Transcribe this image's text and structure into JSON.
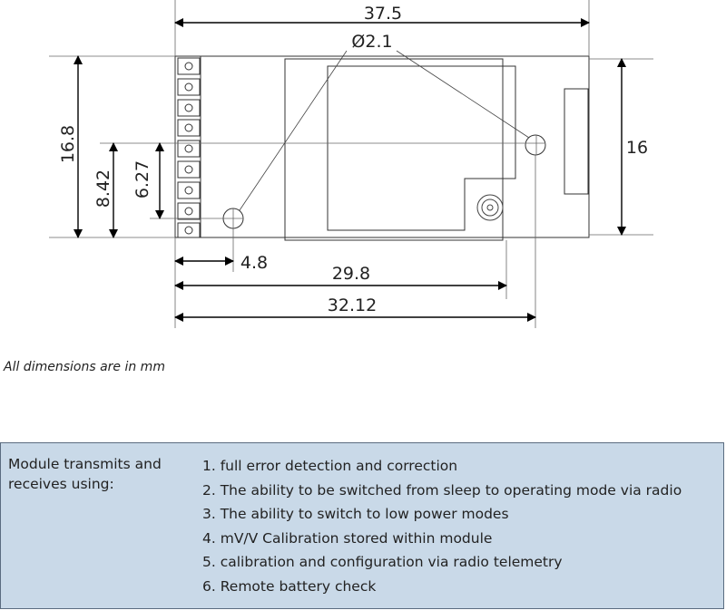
{
  "dimensions": {
    "overall_width": "37.5",
    "hole_diameter": "Ø2.1",
    "overall_height": "16.8",
    "board_height": "16",
    "hole1_height": "8.42",
    "hole2_height": "6.27",
    "hole_offset": "4.8",
    "hole_spacing": "29.8",
    "board_length": "32.12"
  },
  "note": "All dimensions are in mm",
  "info": {
    "title": "Module transmits and receives using:",
    "features": [
      "1. full error detection and correction",
      "2. The ability to be switched from sleep to operating mode via radio",
      "3. The ability to switch to low power modes",
      "4. mV/V Calibration stored within module",
      "5. calibration and configuration via radio telemetry",
      "6. Remote battery check"
    ]
  }
}
